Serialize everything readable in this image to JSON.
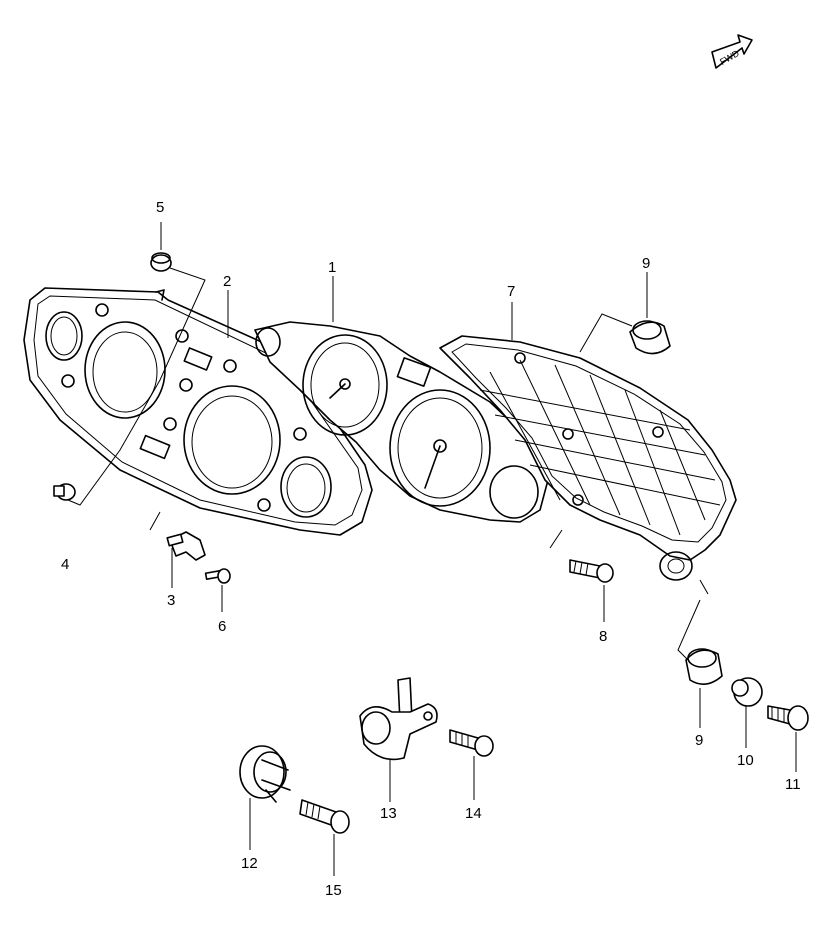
{
  "direction_badge": "FWD",
  "callouts": {
    "p1": "1",
    "p2": "2",
    "p3": "3",
    "p4": "4",
    "p5": "5",
    "p6": "6",
    "p7": "7",
    "p8": "8",
    "p9a": "9",
    "p9b": "9",
    "p10": "10",
    "p11": "11",
    "p12": "12",
    "p13": "13",
    "p14": "14",
    "p15": "15"
  },
  "colors": {
    "ink": "#000000",
    "paper": "#ffffff"
  }
}
